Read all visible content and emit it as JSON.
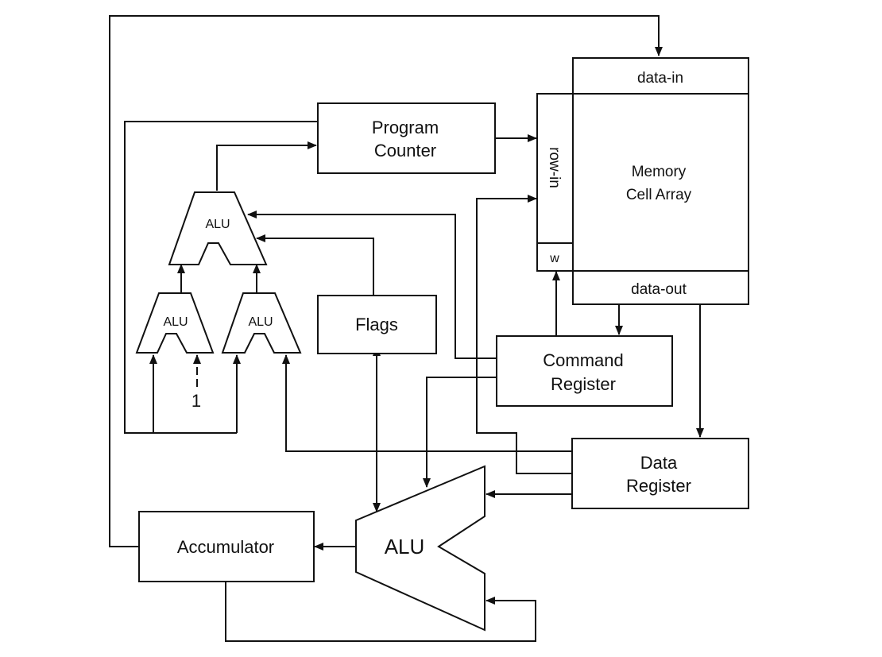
{
  "diagram": {
    "memory": {
      "data_in": "data-in",
      "row_in": "row-in",
      "w": "w",
      "title_line1": "Memory",
      "title_line2": "Cell Array",
      "data_out": "data-out"
    },
    "program_counter": {
      "line1": "Program",
      "line2": "Counter"
    },
    "alu_top": "ALU",
    "alu_left": "ALU",
    "alu_right": "ALU",
    "constant_one": "1",
    "flags": "Flags",
    "command_register": {
      "line1": "Command",
      "line2": "Register"
    },
    "data_register": {
      "line1": "Data",
      "line2": "Register"
    },
    "main_alu": "ALU",
    "accumulator": "Accumulator"
  }
}
